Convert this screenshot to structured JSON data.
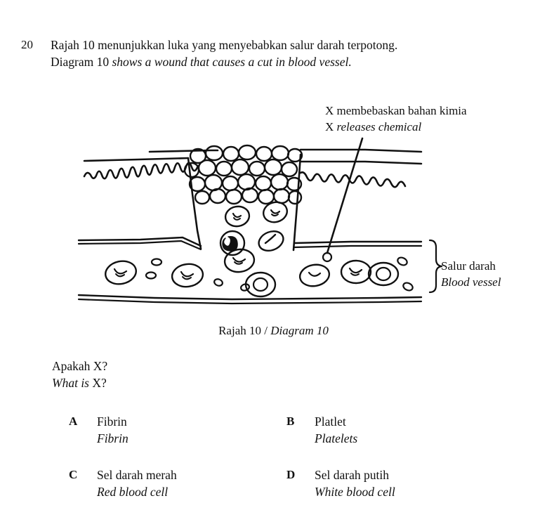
{
  "question": {
    "number": "20",
    "stem_my": "Rajah 10 menunjukkan luka yang menyebabkan salur darah terpotong.",
    "stem_en": "Diagram 10 shows a wound that causes a cut in blood vessel.",
    "stem_en_lead": "Diagram 10",
    "stem_en_rest": " shows a wound that causes a cut in blood vessel.",
    "prompt_my": "Apakah X?",
    "prompt_en_lead": "What is ",
    "prompt_en_rest": "X?"
  },
  "diagram": {
    "callout_my": "X membebaskan bahan kimia",
    "callout_en_lead": "X ",
    "callout_en_rest": "releases chemical",
    "vessel_label_my": "Salur darah",
    "vessel_label_en": "Blood vessel",
    "caption_my": "Rajah 10 / ",
    "caption_en": "Diagram 10",
    "parts": {
      "skin_surface": "skin-surface-line",
      "epidermis": "epidermis-wavy-line",
      "scab": "scab-clot-cells",
      "wound_cavity": "wound-cavity",
      "red_blood_cell": "red-blood-cell",
      "white_blood_cell": "white-blood-cell",
      "platelet": "platelet",
      "vessel_wall": "blood-vessel-wall",
      "pointer": "pointer-line",
      "brace": "vessel-brace"
    }
  },
  "options": [
    {
      "letter": "A",
      "text_my": "Fibrin",
      "text_en": "Fibrin"
    },
    {
      "letter": "B",
      "text_my": "Platlet",
      "text_en": "Platelets"
    },
    {
      "letter": "C",
      "text_my": "Sel darah merah",
      "text_en": "Red blood cell"
    },
    {
      "letter": "D",
      "text_my": "Sel darah putih",
      "text_en": "White blood cell"
    }
  ],
  "colors": {
    "ink": "#111111",
    "paper": "#ffffff"
  }
}
